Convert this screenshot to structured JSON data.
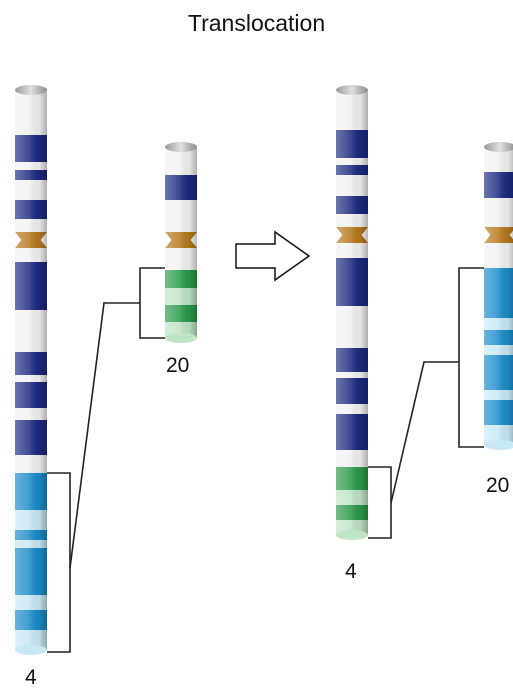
{
  "title": "Translocation",
  "labels": {
    "before_chr4": "4",
    "before_chr20": "20",
    "after_chr4": "4",
    "after_chr20": "20"
  },
  "colors": {
    "dark_band": "#1c2a80",
    "green_band": "#2a9a4a",
    "light_green_band": "#bfe4c6",
    "blue_band": "#1a8cc8",
    "light_blue_band": "#c8e8f6",
    "centromere": "#b5781c",
    "white_band": "#f2f2f2",
    "bracket": "#222222"
  },
  "icons": [
    "right-arrow-icon"
  ]
}
